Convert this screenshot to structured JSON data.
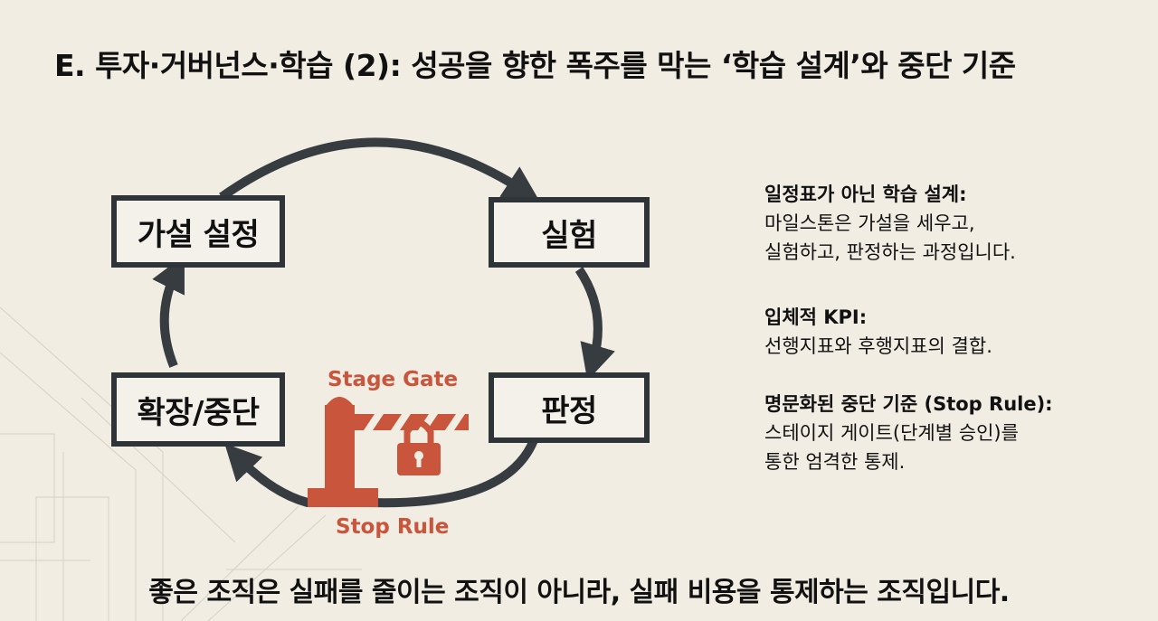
{
  "title": "E. 투자·거버넌스·학습 (2): 성공을 향한 폭주를 막는 ‘학습 설계’와 중단 기준",
  "cycle": {
    "hypothesis": "가설 설정",
    "experiment": "실험",
    "judgment": "판정",
    "scale_stop": "확장/중단"
  },
  "gate": {
    "top_label": "Stage Gate",
    "bottom_label": "Stop Rule"
  },
  "info_blocks": [
    {
      "heading": "일정표가 아닌 학습 설계:",
      "lines": [
        "마일스톤은 가설을 세우고,",
        "실험하고, 판정하는 과정입니다."
      ]
    },
    {
      "heading": "입체적 KPI:",
      "lines": [
        "선행지표와 후행지표의 결합."
      ]
    },
    {
      "heading": "명문화된 중단 기준 (Stop Rule):",
      "lines": [
        "스테이지 게이트(단계별 승인)를",
        "통한 엄격한 통제."
      ]
    }
  ],
  "bottom_message": "좋은 조직은 실패를 줄이는 조직이 아니라, 실패 비용을 통제하는 조직입니다.",
  "colors": {
    "accent": "#c9553d",
    "box_border": "#2f3438",
    "background": "#f1ede3"
  }
}
